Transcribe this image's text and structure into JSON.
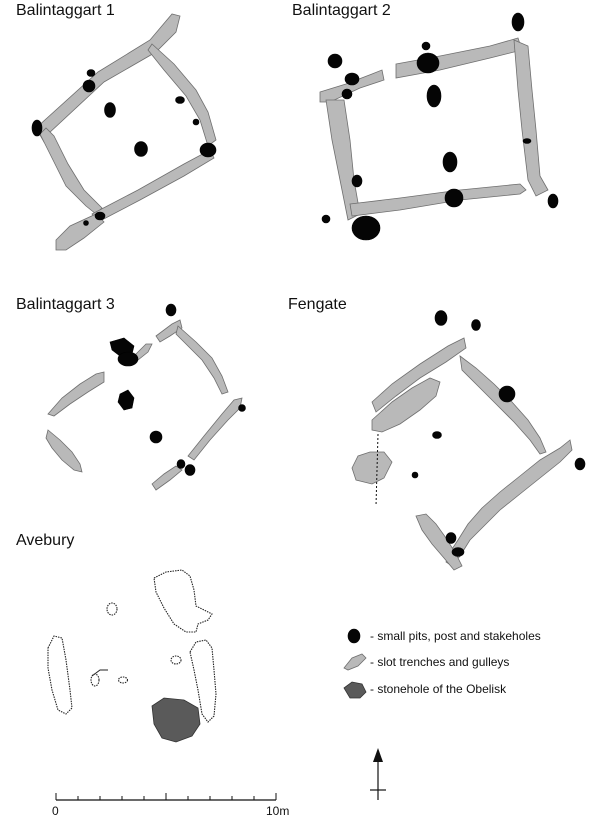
{
  "sites": {
    "balintaggart1": "Balintaggart 1",
    "balintaggart2": "Balintaggart 2",
    "balintaggart3": "Balintaggart 3",
    "fengate": "Fengate",
    "avebury": "Avebury"
  },
  "legend": {
    "pits": "- small pits, post and stakeholes",
    "trenches": "- slot trenches and gulleys",
    "stonehole": "- stonehole of the Obelisk"
  },
  "scale": {
    "start_label": "0",
    "end_label": "10m",
    "minor_ticks": 10
  },
  "colors": {
    "gully": "#b9b9b9",
    "pit": "#050505",
    "obelisk": "#5a5a5a"
  }
}
